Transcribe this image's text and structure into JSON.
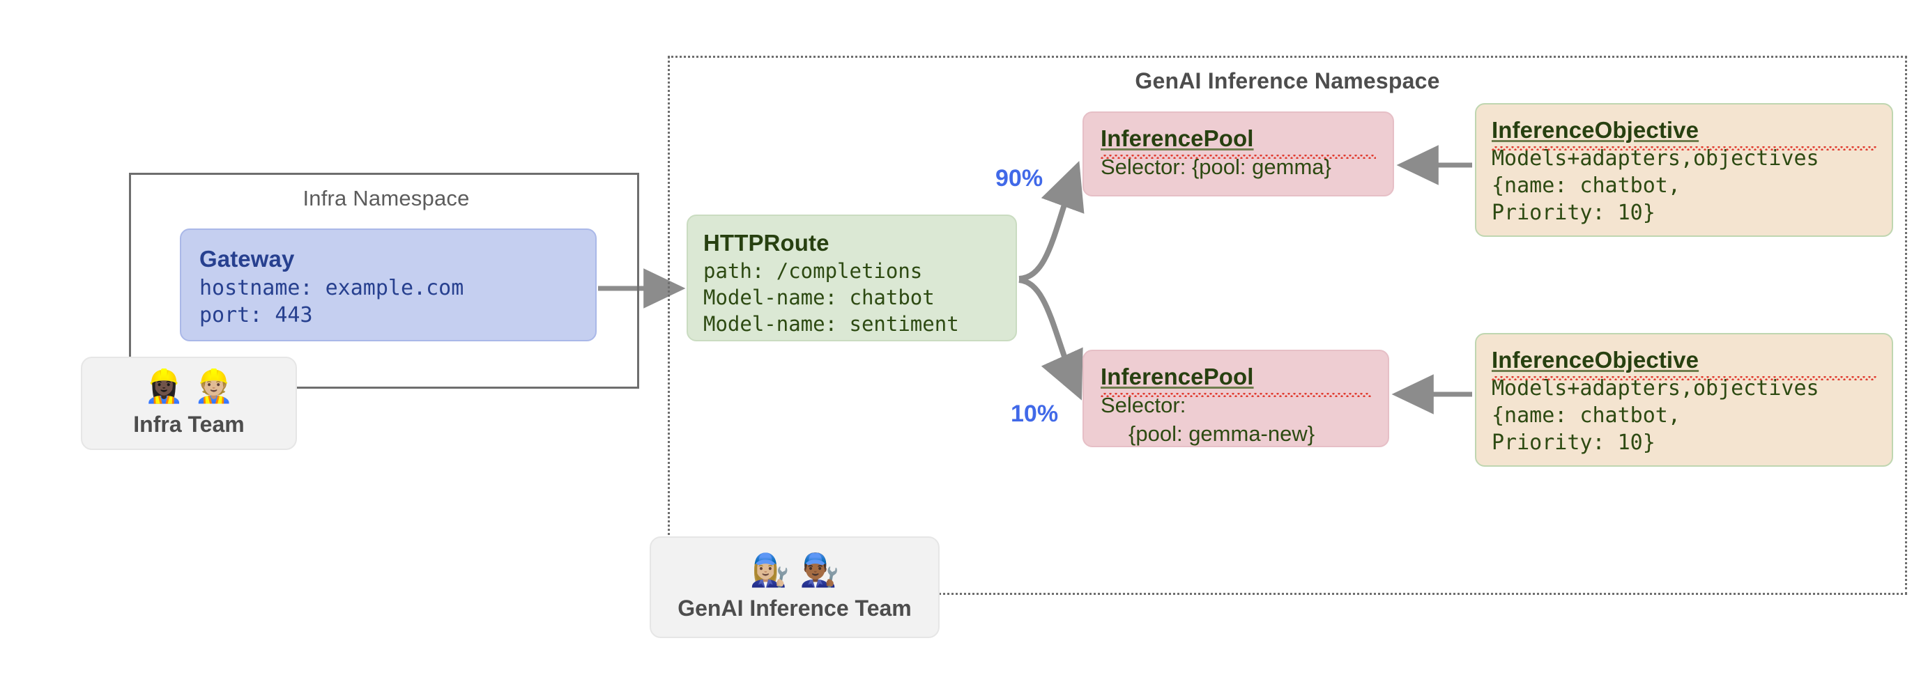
{
  "namespaces": {
    "infra": {
      "title": "Infra Namespace"
    },
    "genai": {
      "title": "GenAI Inference Namespace"
    }
  },
  "gateway": {
    "title": "Gateway",
    "line1": "hostname: example.com",
    "line2": "port: 443"
  },
  "httproute": {
    "title": "HTTPRoute",
    "line1": "path: /completions",
    "line2": "Model-name: chatbot",
    "line3": "Model-name: sentiment"
  },
  "pools": [
    {
      "title": "InferencePool",
      "line1": "Selector: {pool: gemma}",
      "line2": ""
    },
    {
      "title": "InferencePool",
      "line1": "Selector:",
      "line2": "{pool: gemma-new}"
    }
  ],
  "objectives": [
    {
      "title": "InferenceObjective",
      "line1": "Models+adapters,objectives",
      "line2": "{name: chatbot,",
      "line3": "Priority: 10}"
    },
    {
      "title": "InferenceObjective",
      "line1": "Models+adapters,objectives",
      "line2": "{name: chatbot,",
      "line3": "Priority: 10}"
    }
  ],
  "teams": [
    {
      "name": "Infra Team",
      "emojis": "👷🏿‍♀️👷🏼"
    },
    {
      "name": "GenAI Inference Team",
      "emojis": "👩🏼‍🔧👨🏾‍🔧"
    }
  ],
  "traffic_split": {
    "primary": "90%",
    "canary": "10%"
  },
  "colors": {
    "gateway_fill": "#c5cff0",
    "gateway_text": "#27408f",
    "route_fill": "#dbe8d4",
    "pool_fill": "#eecdd2",
    "objective_fill": "#f4e4d0",
    "resource_text": "#2d4a12",
    "percent_text": "#4169e8",
    "arrow": "#8c8c8c",
    "namespace_border": "#6e6e6e"
  }
}
